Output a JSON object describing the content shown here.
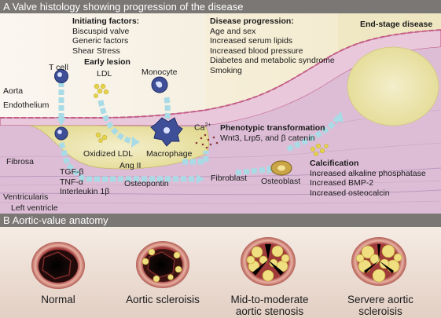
{
  "panel_a": {
    "header": "A Valve histology showing progression of the disease",
    "initiating": {
      "title": "Initiating factors:",
      "items": [
        "Biscuspid valve",
        "Generic factors",
        "Shear Stress"
      ]
    },
    "early_lesion": {
      "title": "Early lesion",
      "ldl": "LDL"
    },
    "disease_progression": {
      "title": "Disease progression:",
      "items": [
        "Age and sex",
        "Increased serum lipids",
        "Increased blood pressure",
        "Diabetes and metabolic syndrome",
        "Smoking"
      ]
    },
    "end_stage": "End-stage disease",
    "left_labels": {
      "aorta": "Aorta",
      "endothelium": "Endothelium",
      "fibrosa": "Fibrosa",
      "ventricularis": "Ventricularis",
      "left_ventricle": "Left ventricle"
    },
    "cells": {
      "t_cell": "T cell",
      "monocyte": "Monocyte",
      "macrophage": "Macrophage",
      "fibroblast": "Fibroblast",
      "osteoblast": "Osteoblast"
    },
    "ca": "Ca",
    "ca_sup": "2+",
    "oxidized_ldl": "Oxidized LDL",
    "ang_ii": "Ang II",
    "osteopontin": "Osteopontin",
    "cytokines": [
      "TGF-β",
      "TNF-α",
      "Interleukin 1β"
    ],
    "phenotypic": {
      "title": "Phenotypic transformation",
      "detail": "Wnt3, Lrp5, and β catenin"
    },
    "calcification": {
      "title": "Calcification",
      "items": [
        "Increased alkaline phosphatase",
        "Increased BMP-2",
        "Increased osteocalcin"
      ]
    },
    "colors": {
      "tissue": "#ddbdd6",
      "lumen": "#efe7b0",
      "cell_fill": "#3f4f97",
      "lipid": "#e6d24a",
      "arrow": "#a9dbe6",
      "endothelium": "#c35d86"
    }
  },
  "panel_b": {
    "header": "B Aortic-value anatomy",
    "valves": [
      {
        "caption": "Normal"
      },
      {
        "caption": "Aortic scleroisis"
      },
      {
        "caption": "Mid-to-moderate aortic stenosis"
      },
      {
        "caption": "Servere aortic scleroisis"
      }
    ]
  }
}
